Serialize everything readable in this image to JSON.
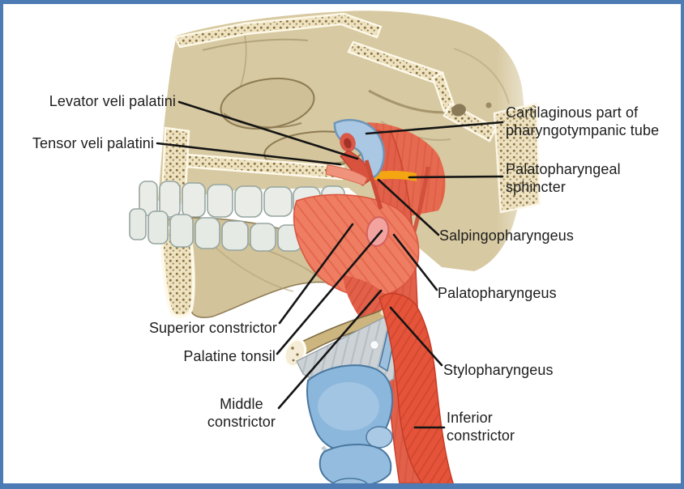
{
  "figure": {
    "kind": "anatomical-diagram",
    "labels": [
      {
        "id": "levator-veli-palatini",
        "lines": [
          "Levator veli palatini"
        ]
      },
      {
        "id": "tensor-veli-palatini",
        "lines": [
          "Tensor veli palatini"
        ]
      },
      {
        "id": "cartilaginous-pharyngotympanic-tube",
        "lines": [
          "Cartilaginous part of",
          "pharyngotympanic tube"
        ]
      },
      {
        "id": "palatopharyngeal-sphincter",
        "lines": [
          "Palatopharyngeal",
          "sphincter"
        ]
      },
      {
        "id": "salpingopharyngeus",
        "lines": [
          "Salpingopharyngeus"
        ]
      },
      {
        "id": "palatopharyngeus",
        "lines": [
          "Palatopharyngeus"
        ]
      },
      {
        "id": "superior-constrictor",
        "lines": [
          "Superior constrictor"
        ]
      },
      {
        "id": "palatine-tonsil",
        "lines": [
          "Palatine tonsil"
        ]
      },
      {
        "id": "middle-constrictor",
        "lines": [
          "Middle",
          "constrictor"
        ]
      },
      {
        "id": "stylopharyngeus",
        "lines": [
          "Stylopharyngeus"
        ]
      },
      {
        "id": "inferior-constrictor",
        "lines": [
          "Inferior",
          "constrictor"
        ]
      }
    ],
    "colors": {
      "border": "#4d7cb5",
      "background": "#ffffff",
      "bone": "#d7c9a1",
      "bone_outline": "#8d7b52",
      "muscle_red": "#e65f46",
      "muscle_stripe": "#c13f28",
      "cartilage_blue": "#8fb9dd",
      "sphincter_band": "#f3a512",
      "tonsil_pink": "#f2a3a0",
      "membrane_gray": "#ccd2d6",
      "teeth": "#e9ece7",
      "leader_line": "#141414",
      "label_text": "#1d1d1d"
    }
  }
}
